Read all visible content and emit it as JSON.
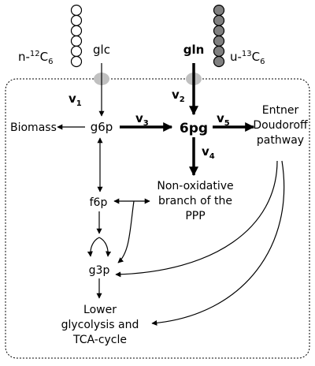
{
  "inputs": {
    "left": {
      "metabolite": "glc",
      "label_prefix": "n-",
      "label_sup": "12",
      "label_base": "C",
      "label_sub": "6"
    },
    "right": {
      "metabolite": "gln",
      "label_prefix": "u-",
      "label_sup": "13",
      "label_base": "C",
      "label_sub": "6"
    }
  },
  "fluxes": {
    "v1": {
      "base": "v",
      "sub": "1"
    },
    "v2": {
      "base": "v",
      "sub": "2"
    },
    "v3": {
      "base": "v",
      "sub": "3"
    },
    "v4": {
      "base": "v",
      "sub": "4"
    },
    "v5": {
      "base": "v",
      "sub": "5"
    }
  },
  "nodes": {
    "biomass": "Biomass",
    "g6p": "g6p",
    "sixpg": "6pg",
    "ed_line1": "Entner",
    "ed_line2": "Doudoroff",
    "ed_line3": "pathway",
    "f6p": "f6p",
    "noxppp_line1": "Non-oxidative",
    "noxppp_line2": "branch of the",
    "noxppp_line3": "PPP",
    "g3p": "g3p",
    "lower_line1": "Lower",
    "lower_line2": "glycolysis and",
    "lower_line3": "TCA-cycle"
  },
  "colors": {
    "unlabeled_atom": "#ffffff",
    "labeled_atom": "#808080",
    "transporter": "#c0c0c0",
    "line": "#000000"
  }
}
